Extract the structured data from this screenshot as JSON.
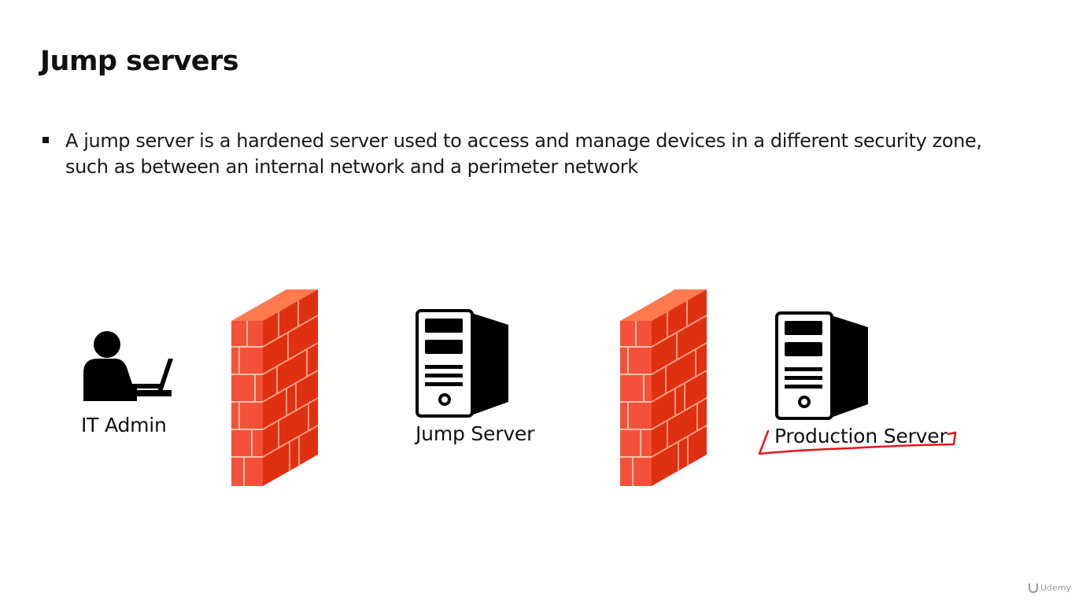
{
  "slide": {
    "title": "Jump servers",
    "bullet": "A jump server is a hardened server used to access and manage devices in a different security zone, such as between an internal network and a perimeter network"
  },
  "diagram": {
    "nodes": [
      {
        "id": "it-admin",
        "label": "IT Admin",
        "icon": "user-laptop-icon"
      },
      {
        "id": "firewall-1",
        "label": "",
        "icon": "firewall-icon"
      },
      {
        "id": "jump-server",
        "label": "Jump Server",
        "icon": "server-tower-icon"
      },
      {
        "id": "firewall-2",
        "label": "",
        "icon": "firewall-icon"
      },
      {
        "id": "production-server",
        "label": "Production Server",
        "icon": "server-tower-icon"
      }
    ],
    "annotation": {
      "target": "production-server",
      "type": "red-underline",
      "color": "#e8141b"
    }
  },
  "colors": {
    "brick_front": "#f5513a",
    "brick_side": "#e03012",
    "brick_top": "#ff7a4e",
    "mortar": "#ffc2a8",
    "annotation": "#e8141b"
  },
  "watermark": "Udemy"
}
